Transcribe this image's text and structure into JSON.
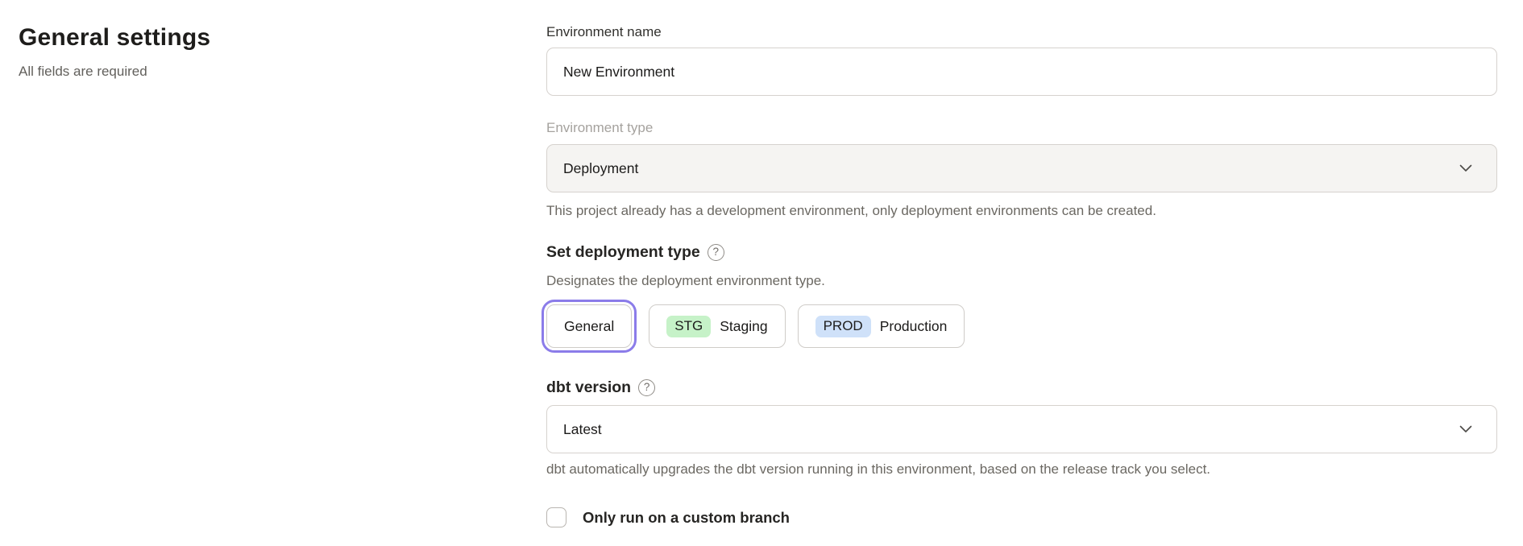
{
  "page": {
    "title": "General settings",
    "subtitle": "All fields are required"
  },
  "form": {
    "environment_name": {
      "label": "Environment name",
      "value": "New Environment"
    },
    "environment_type": {
      "label": "Environment type",
      "value": "Deployment",
      "disabled": true,
      "helper": "This project already has a development environment, only deployment environments can be created."
    },
    "deployment_type": {
      "label": "Set deployment type",
      "helper": "Designates the deployment environment type.",
      "options": [
        {
          "label": "General",
          "selected": true
        },
        {
          "badge": "STG",
          "label": "Staging",
          "badge_color": "#c6f2c8"
        },
        {
          "badge": "PROD",
          "label": "Production",
          "badge_color": "#cfe1f9"
        }
      ]
    },
    "dbt_version": {
      "label": "dbt version",
      "value": "Latest",
      "helper": "dbt automatically upgrades the dbt version running in this environment, based on the release track you select."
    },
    "custom_branch": {
      "label": "Only run on a custom branch",
      "checked": false
    }
  },
  "icons": {
    "help_glyph": "?"
  },
  "colors": {
    "selected_ring": "#8b7ce9",
    "staging_badge": "#c6f2c8",
    "production_badge": "#cfe1f9",
    "disabled_field_bg": "#f5f4f2",
    "border": "#d6d2ce"
  }
}
